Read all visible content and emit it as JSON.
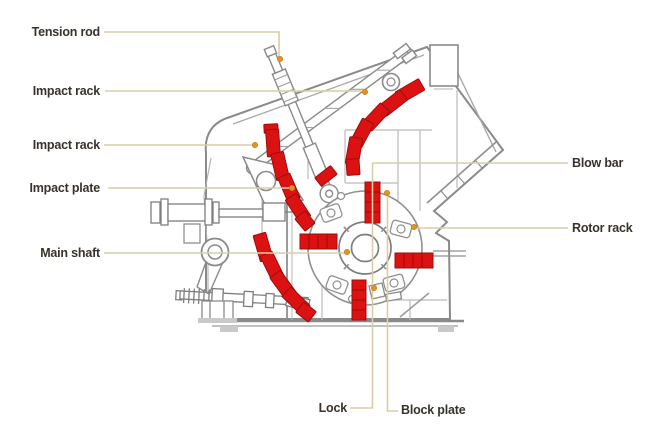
{
  "diagram": {
    "labels": {
      "tension_rod": "Tension rod",
      "impact_rack_upper": "Impact rack",
      "impact_rack_lower": "Impact rack",
      "impact_plate": "Impact plate",
      "main_shaft": "Main shaft",
      "blow_bar": "Blow bar",
      "rotor_rack": "Rotor rack",
      "lock": "Lock",
      "block_plate": "Block plate"
    },
    "colors": {
      "part_red": "#dc1212",
      "part_red_edge": "#9b0e0e",
      "leader_line": "#d9cda6",
      "marker_orange": "#e39420",
      "machine_gray": "#8a8a8a",
      "label_text": "#38322b",
      "background": "#ffffff"
    }
  }
}
